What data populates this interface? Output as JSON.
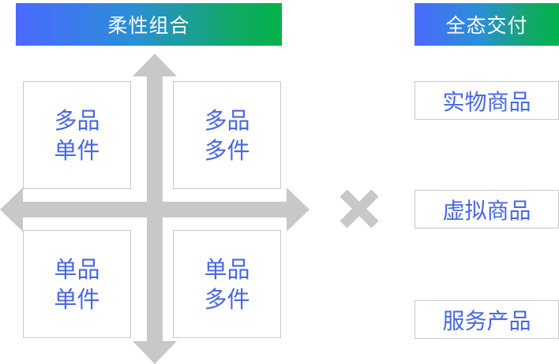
{
  "left_panel": {
    "title": "柔性组合",
    "quadrants": [
      {
        "line1": "多品",
        "line2": "单件"
      },
      {
        "line1": "多品",
        "line2": "多件"
      },
      {
        "line1": "单品",
        "line2": "单件"
      },
      {
        "line1": "单品",
        "line2": "多件"
      }
    ]
  },
  "right_panel": {
    "title": "全态交付",
    "items": [
      "实物商品",
      "虚拟商品",
      "服务产品"
    ]
  },
  "operator_icon": "multiply-icon",
  "colors": {
    "header_gradient_start": "#4a69ff",
    "header_gradient_end": "#03b24a",
    "text_blue": "#4a67e6",
    "axis_gray": "#c8c8c8"
  }
}
